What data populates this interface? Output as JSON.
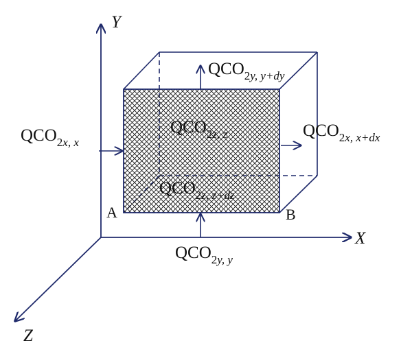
{
  "diagram": {
    "colors": {
      "line": "#1f2a6b",
      "text": "#111111",
      "hatch": "#1a1a1a",
      "background": "#ffffff"
    },
    "axes": {
      "x": "X",
      "y": "Y",
      "z": "Z"
    },
    "corners": {
      "a": "A",
      "b": "B"
    },
    "fluxes": {
      "x_in": {
        "base": "QCO",
        "sub_num": "2",
        "sub_axis": "x",
        "sub_tail": ", x"
      },
      "x_out": {
        "base": "QCO",
        "sub_num": "2",
        "sub_axis": "x",
        "sub_tail": ", x+dx"
      },
      "y_in": {
        "base": "QCO",
        "sub_num": "2",
        "sub_axis": "y",
        "sub_tail": ", y"
      },
      "y_out": {
        "base": "QCO",
        "sub_num": "2",
        "sub_axis": "y",
        "sub_tail": ", y+dy"
      },
      "z_in": {
        "base": "QCO",
        "sub_num": "2",
        "sub_axis": "z",
        "sub_tail": ", z"
      },
      "z_out": {
        "base": "QCO",
        "sub_num": "2",
        "sub_axis": "z",
        "sub_tail": ", z+dz"
      }
    },
    "front_face_pattern": "crosshatch"
  }
}
